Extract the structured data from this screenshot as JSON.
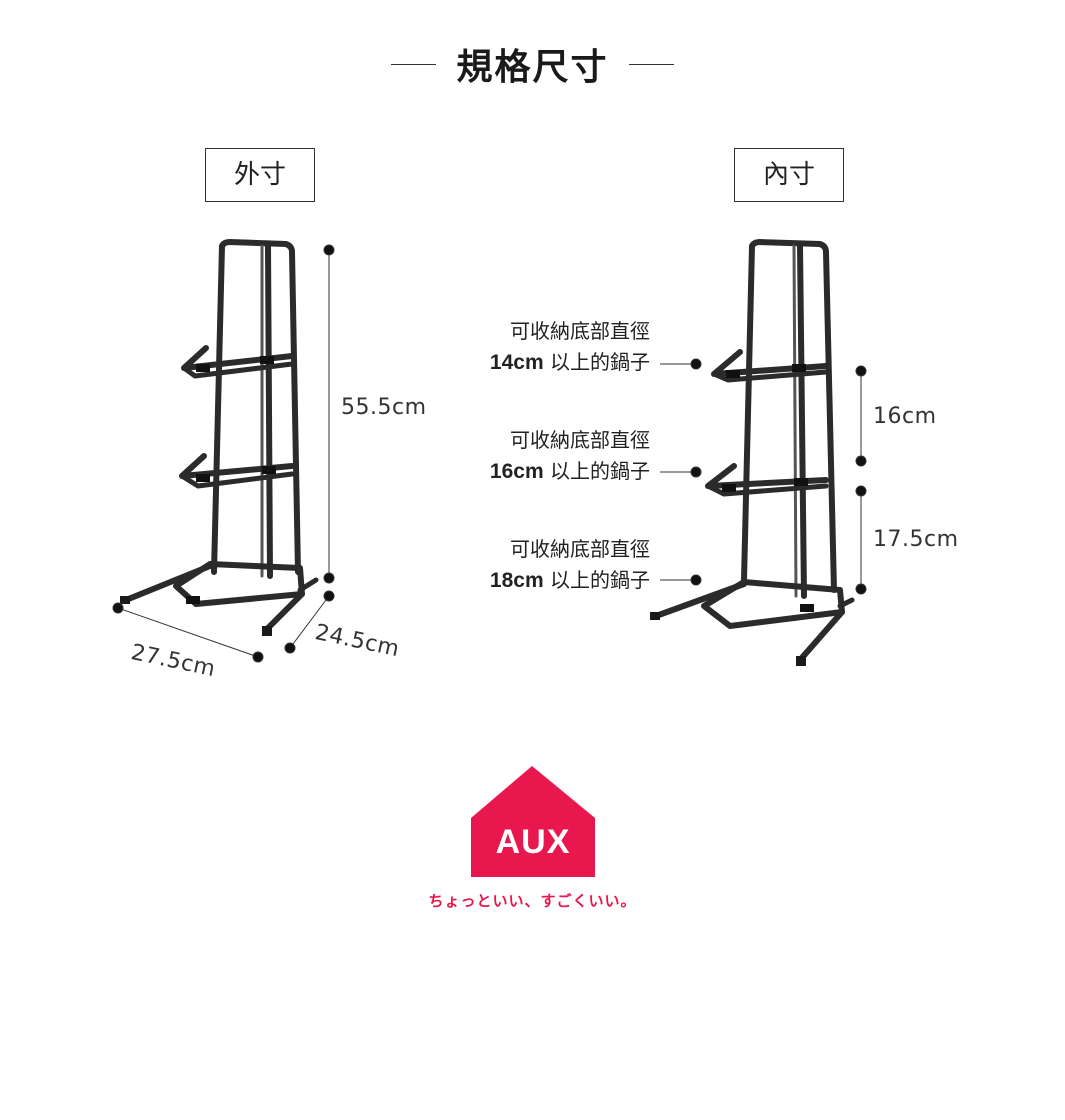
{
  "header": {
    "title": "規格尺寸"
  },
  "outer": {
    "box_label": "外寸",
    "height": "55.5cm",
    "width": "27.5cm",
    "depth": "24.5cm"
  },
  "inner": {
    "box_label": "內寸",
    "gap_top": "16cm",
    "gap_bottom": "17.5cm",
    "labels": [
      {
        "line1": "可收納底部直徑",
        "size": "14cm",
        "rest": "以上的鍋子"
      },
      {
        "line1": "可收納底部直徑",
        "size": "16cm",
        "rest": "以上的鍋子"
      },
      {
        "line1": "可收納底部直徑",
        "size": "18cm",
        "rest": "以上的鍋子"
      }
    ]
  },
  "brand": {
    "logo_text": "AUX",
    "tagline": "ちょっといい、すごくいい。",
    "color": "#e8174d"
  }
}
